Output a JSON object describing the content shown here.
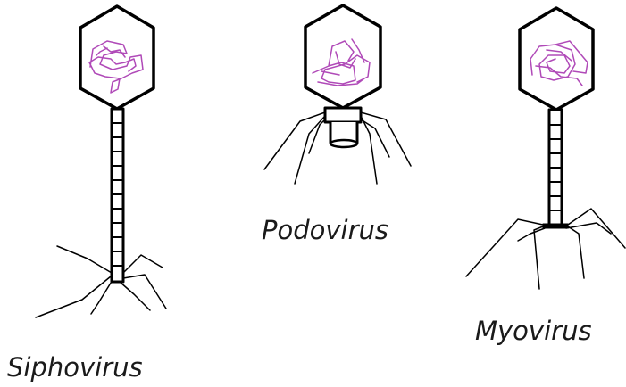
{
  "labels": {
    "siphovirus": "Siphovirus",
    "podovirus": "Podovirus",
    "myovirus": "Myovirus"
  },
  "colors": {
    "outline": "#000000",
    "genome": "#b04ab8",
    "text": "#1a1a1a"
  }
}
